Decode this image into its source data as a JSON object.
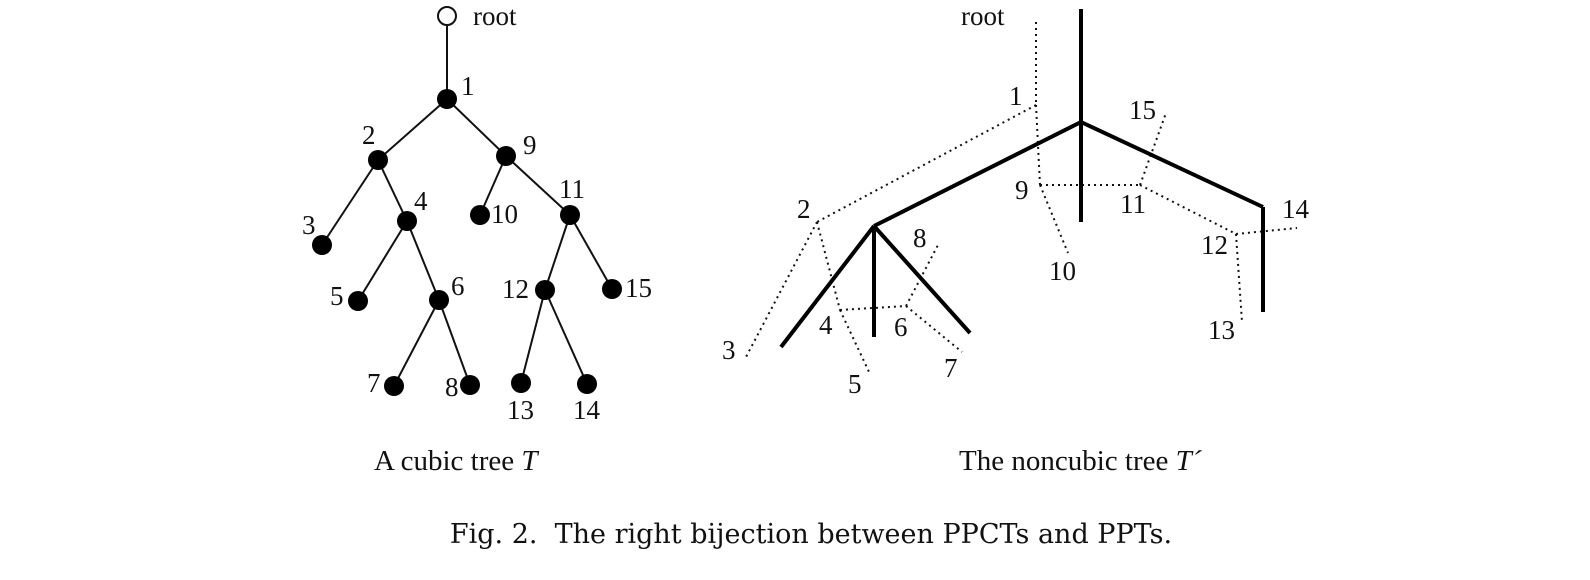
{
  "left_tree": {
    "root_label": "root",
    "caption_prefix": "A cubic tree ",
    "caption_var": "T",
    "nodes": [
      "1",
      "2",
      "3",
      "4",
      "5",
      "6",
      "7",
      "8",
      "9",
      "10",
      "11",
      "12",
      "13",
      "14",
      "15"
    ]
  },
  "right_tree": {
    "root_label": "root",
    "caption_prefix": "The noncubic tree ",
    "caption_var": "T´",
    "labels": [
      "1",
      "2",
      "3",
      "4",
      "5",
      "6",
      "7",
      "8",
      "9",
      "10",
      "11",
      "12",
      "13",
      "14",
      "15"
    ]
  },
  "figure_caption": "Fig. 2.  The right bijection between PPCTs and PPTs."
}
